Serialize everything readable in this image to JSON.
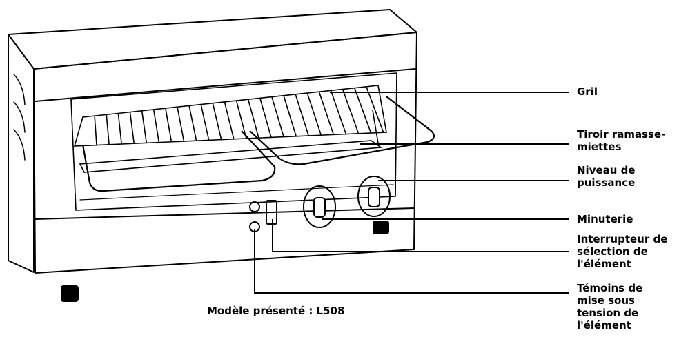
{
  "callouts": {
    "gril": [
      "Gril"
    ],
    "tiroir": [
      "Tiroir ramasse-",
      "miettes"
    ],
    "niveau": [
      "Niveau de",
      "puissance"
    ],
    "minuterie": [
      "Minuterie"
    ],
    "interrupteur": [
      "Interrupteur de",
      "sélection de",
      "l'élément"
    ],
    "temoins": [
      "Témoins de",
      "mise sous",
      "tension de",
      "l'élément"
    ]
  },
  "caption": "Modèle présenté : L508"
}
